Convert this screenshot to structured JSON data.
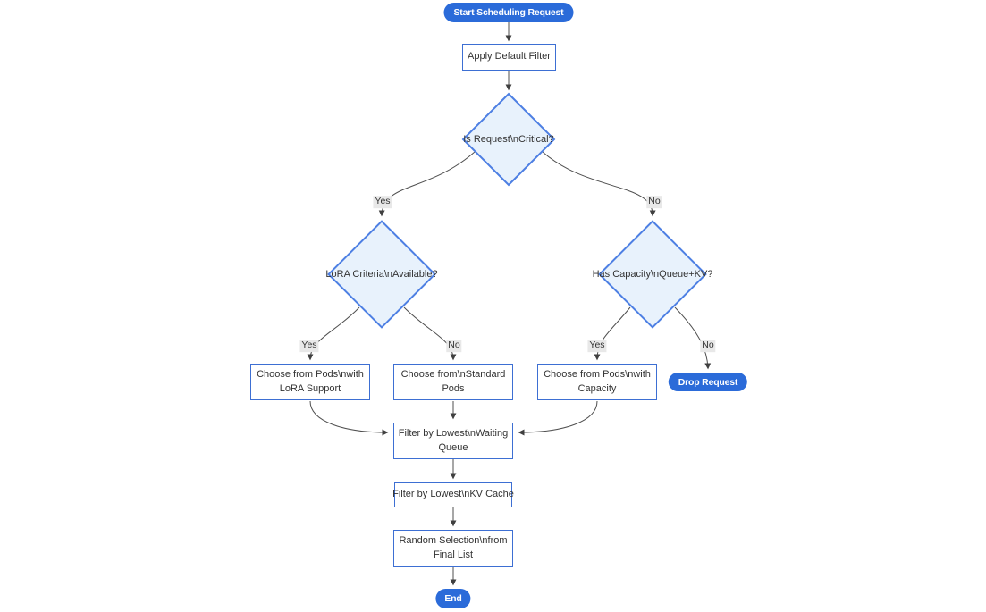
{
  "diagram": {
    "title_hint": "scheduling-request-flowchart",
    "nodes": {
      "start": {
        "label": "Start Scheduling Request"
      },
      "apply_filter": {
        "lines": [
          "Apply Default Filter"
        ]
      },
      "is_critical": {
        "label": "Is Request\\nCritical?"
      },
      "lora_criteria": {
        "label": "LoRA Criteria\\nAvailable?"
      },
      "has_capacity": {
        "label": "Has Capacity\\nQueue+KV?"
      },
      "choose_lora": {
        "lines": [
          "Choose from Pods\\nwith",
          "LoRA Support"
        ]
      },
      "choose_standard": {
        "lines": [
          "Choose from\\nStandard",
          "Pods"
        ]
      },
      "choose_capacity": {
        "lines": [
          "Choose from Pods\\nwith",
          "Capacity"
        ]
      },
      "drop_request": {
        "label": "Drop Request"
      },
      "filter_waiting": {
        "lines": [
          "Filter by Lowest\\nWaiting",
          "Queue"
        ]
      },
      "filter_kv": {
        "lines": [
          "Filter by Lowest\\nKV Cache"
        ]
      },
      "random_selection": {
        "lines": [
          "Random Selection\\nfrom",
          "Final List"
        ]
      },
      "end": {
        "label": "End"
      }
    },
    "edge_labels": {
      "critical_yes": "Yes",
      "critical_no": "No",
      "lora_yes": "Yes",
      "lora_no": "No",
      "capacity_yes": "Yes",
      "capacity_no": "No"
    },
    "colors": {
      "terminal_fill": "#2b6bd9",
      "terminal_text": "#ffffff",
      "process_fill": "#ffffff",
      "process_border": "#3d6fd3",
      "decision_fill": "#e8f2fc",
      "decision_border": "#4d7fe3",
      "edge_stroke": "#4f4f4f",
      "edge_label_bg": "#e8e8e8",
      "text": "#333333",
      "background": "#ffffff"
    }
  }
}
